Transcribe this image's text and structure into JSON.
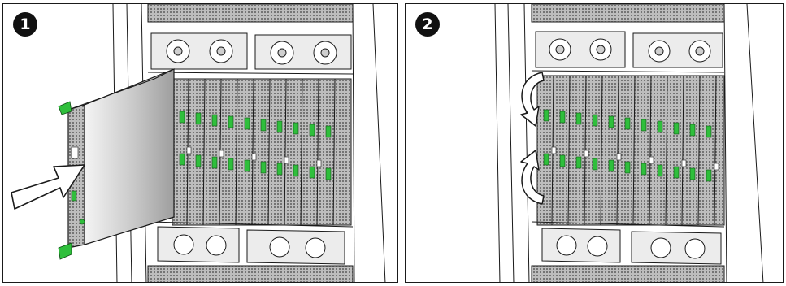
{
  "figure": {
    "steps": [
      {
        "number": "1",
        "actions": [
          "slide-blade-into-chassis"
        ]
      },
      {
        "number": "2",
        "actions": [
          "close-upper-ejector-lever",
          "close-lower-ejector-lever"
        ]
      }
    ],
    "colors": {
      "outline": "#1a1a1a",
      "lever_green": "#2fbf3c",
      "blade_face": "#c8c8c8",
      "mesh": "#8a8a8a",
      "fan_tray": "#e9e9e9"
    },
    "icons": [
      "insert-arrow-icon",
      "rotate-arrow-icon",
      "ejector-lever-icon",
      "fan-icon"
    ]
  }
}
